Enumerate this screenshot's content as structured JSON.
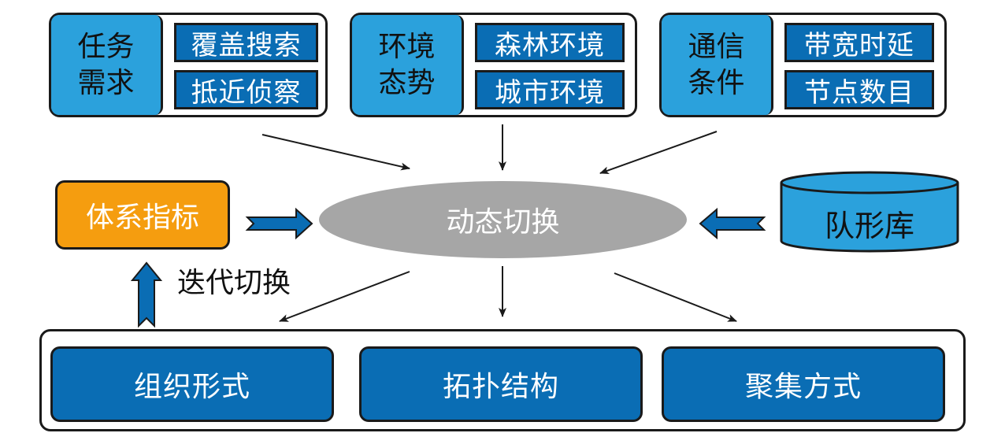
{
  "inputs": {
    "task": {
      "label": "任务\n需求",
      "items": [
        "覆盖搜索",
        "抵近侦察"
      ]
    },
    "environment": {
      "label": "环境\n态势",
      "items": [
        "森林环境",
        "城市环境"
      ]
    },
    "communication": {
      "label": "通信\n条件",
      "items": [
        "带宽时延",
        "节点数目"
      ]
    }
  },
  "center": {
    "label": "动态切换"
  },
  "left": {
    "box": "体系指标",
    "iteration": "迭代切换"
  },
  "right": {
    "library": "队形库"
  },
  "outputs": [
    "组织形式",
    "拓扑结构",
    "聚集方式"
  ],
  "colors": {
    "light_blue": "#2ba1dc",
    "dark_blue": "#0a6db4",
    "orange": "#f59d0f",
    "gray": "#a6a6a6"
  }
}
